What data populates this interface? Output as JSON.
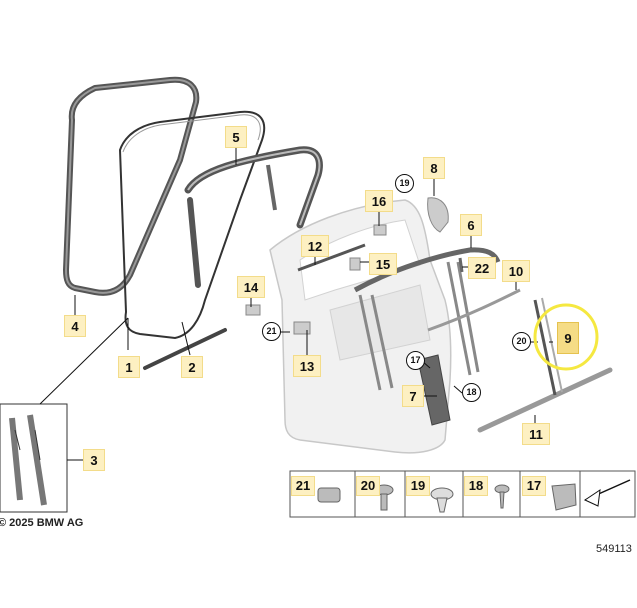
{
  "callouts": [
    {
      "id": "c4",
      "label": "4"
    },
    {
      "id": "c1",
      "label": "1"
    },
    {
      "id": "c2",
      "label": "2"
    },
    {
      "id": "c3",
      "label": "3"
    },
    {
      "id": "c5",
      "label": "5"
    },
    {
      "id": "c8",
      "label": "8"
    },
    {
      "id": "c16",
      "label": "16"
    },
    {
      "id": "c12",
      "label": "12"
    },
    {
      "id": "c15",
      "label": "15"
    },
    {
      "id": "c14",
      "label": "14"
    },
    {
      "id": "c13",
      "label": "13"
    },
    {
      "id": "c6",
      "label": "6"
    },
    {
      "id": "c22",
      "label": "22"
    },
    {
      "id": "c10",
      "label": "10"
    },
    {
      "id": "c9",
      "label": "9"
    },
    {
      "id": "c7",
      "label": "7"
    },
    {
      "id": "c11",
      "label": "11"
    }
  ],
  "circled": [
    {
      "id": "r19",
      "label": "19"
    },
    {
      "id": "r21",
      "label": "21"
    },
    {
      "id": "r20",
      "label": "20"
    },
    {
      "id": "r17",
      "label": "17"
    },
    {
      "id": "r18",
      "label": "18"
    }
  ],
  "legend": [
    "21",
    "20",
    "19",
    "18",
    "17"
  ],
  "highlight_color": "#f5e840",
  "copyright": "© 2025 BMW AG",
  "doc_number": "549113"
}
